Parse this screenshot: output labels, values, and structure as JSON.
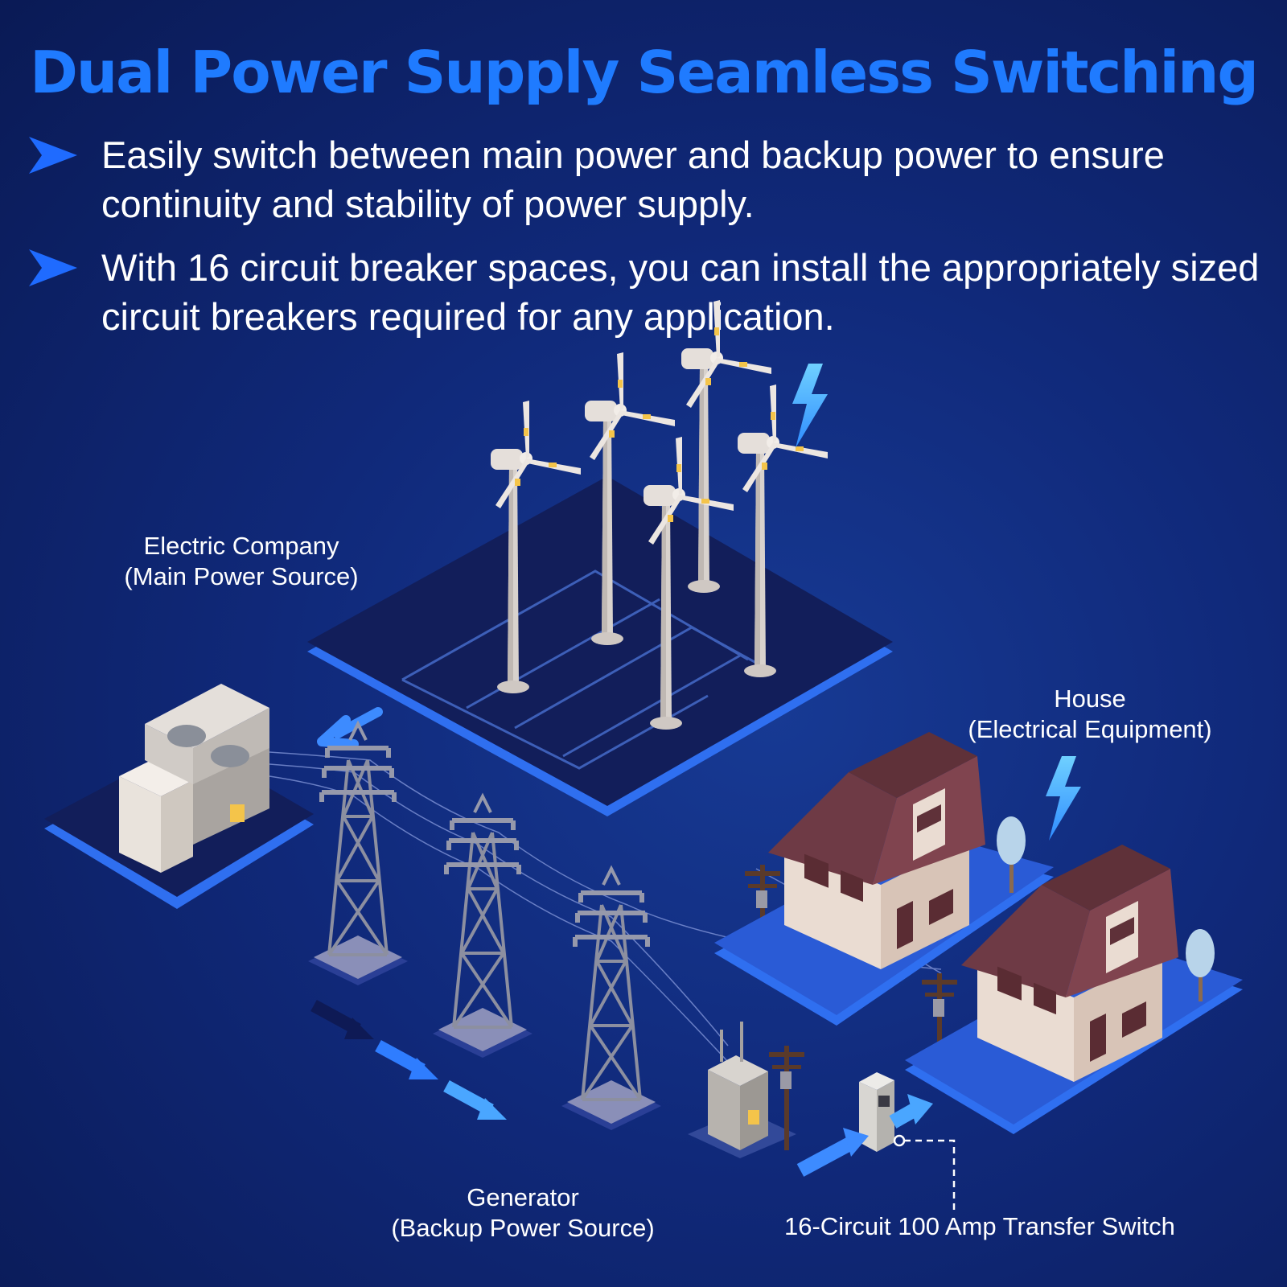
{
  "title": "Dual Power Supply Seamless Switching",
  "bullets": [
    {
      "text": "Easily switch between main power and backup power to ensure continuity and stability of power supply."
    },
    {
      "text": "With 16 circuit breaker spaces, you can install the appropriately sized circuit breakers required for any application."
    }
  ],
  "labels": {
    "electric_company": {
      "line1": "Electric Company",
      "line2": "(Main Power Source)"
    },
    "house": {
      "line1": "House",
      "line2": "(Electrical Equipment)"
    },
    "generator": {
      "line1": "Generator",
      "line2": "(Backup Power Source)"
    },
    "transfer_switch": {
      "line1": "16-Circuit 100 Amp Transfer Switch"
    }
  },
  "icons": [
    "arrow-bullet-icon",
    "lightning-icon",
    "wind-turbine-icon",
    "power-tower-icon",
    "house-icon",
    "generator-icon",
    "transfer-switch-icon",
    "flow-arrow-icon"
  ],
  "colors": {
    "title": "#1f7bff",
    "background": "#10297a",
    "platform_top": "#121e5a",
    "platform_edge": "#2f6ff0",
    "accent": "#3aa0ff",
    "roof": "#6e3a45",
    "wall": "#e8d9cf"
  }
}
